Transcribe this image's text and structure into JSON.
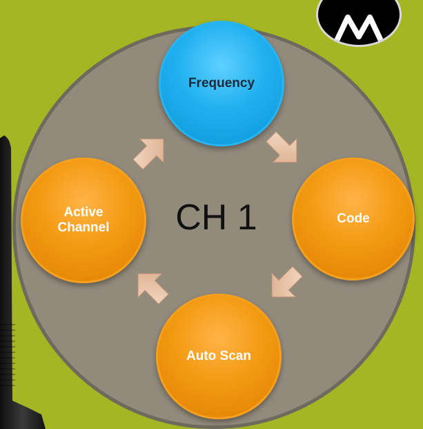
{
  "diagram": {
    "center_label": "CH 1",
    "nodes": {
      "frequency": "Frequency",
      "code": "Code",
      "auto_scan": "Auto Scan",
      "active_channel": "Active\nChannel"
    }
  },
  "colors": {
    "background": "#a6b523",
    "main_circle": "#928b7c",
    "orange_node": "#f39a12",
    "blue_node": "#20b0f0",
    "arrow": "#e9c1a3"
  },
  "icons": {
    "logo": "motorola-logo",
    "arrows": "arrow-icon"
  }
}
